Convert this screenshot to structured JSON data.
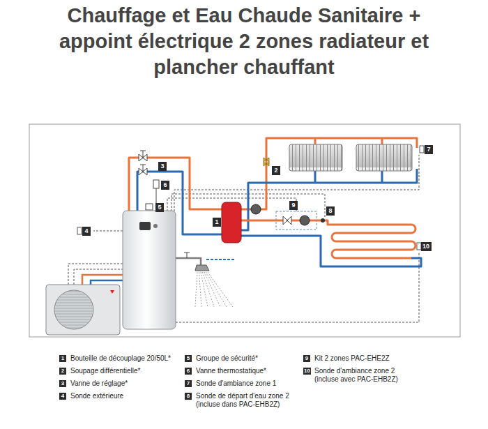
{
  "diagram": {
    "title": "Chauffage et Eau Chaude Sanitaire + appoint électrique 2 zones radiateur et plancher chauffant",
    "nodes": [
      {
        "text": [
          "7"
        ]
      },
      {
        "text": [
          "3"
        ]
      },
      {
        "text": [
          "2"
        ]
      },
      {
        "text": [
          "6"
        ]
      },
      {
        "text": [
          "5"
        ]
      },
      {
        "text": [
          "9"
        ]
      },
      {
        "text": [
          "8"
        ]
      },
      {
        "text": [
          "1"
        ]
      },
      {
        "text": [
          "4"
        ]
      },
      {
        "text": [
          "10"
        ]
      }
    ],
    "labels": [
      "1",
      "2",
      "3",
      "4",
      "5",
      "6",
      "7",
      "8",
      "9",
      "10"
    ],
    "legend": [
      {
        "text": "Bouteille de découplage 20/50L*"
      },
      {
        "text": "Soupage différentielle*"
      },
      {
        "text": "Vanne de réglage*"
      },
      {
        "text": "Sonde extérieure"
      },
      {
        "text": "Groupe de sécurité*"
      },
      {
        "text": "Vanne thermostatique*"
      },
      {
        "text": "Sonde d'ambiance zone 1"
      },
      {
        "text": "Sonde de départ d'eau zone 2 (incluse dans PAC-EHB2Z)"
      },
      {
        "text": "Kit 2 zones PAC-EHE2Z"
      },
      {
        "text": "Sonde d'ambiance zone 2 (incluse avec PAC-EHB2Z)"
      }
    ]
  }
}
